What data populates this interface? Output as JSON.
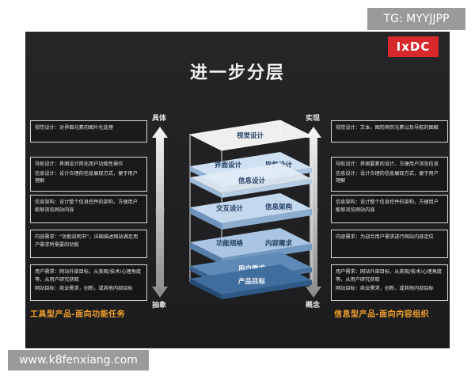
{
  "watermark": {
    "tg": "TG: MYYJJPP",
    "url": "www.k8fenxiang.com"
  },
  "logo": "IxDC",
  "title": "进一步分层",
  "left_axis": {
    "top": "具体",
    "bottom": "抽象",
    "mid": "过程"
  },
  "right_axis": {
    "top": "实现",
    "bottom": "概念",
    "mid": "过程"
  },
  "left_boxes": [
    {
      "lines": [
        "视觉设计：对界面元素的图片化处理"
      ]
    },
    {
      "lines": [
        "导航设计：界面设计简化用户功能性操作",
        "信息设计：设计合理的信息展现方式，便于用户理解"
      ]
    },
    {
      "lines": [
        "信息架构：设计整个信息控件的架构，方便用户能够浏览网站内容"
      ]
    },
    {
      "lines": [
        "内容需求：“功能说明书”，详细描述网站满足用户需求所需要的功能"
      ]
    },
    {
      "lines": [
        "用户需求：网站外部目标，从美观/技术/心理角度等，从用户研究获取",
        "网站目标：商业需求，创新，或其他内部目标"
      ]
    }
  ],
  "right_boxes": [
    {
      "lines": [
        "视觉设计：文本，图形网页元素以及导航的图解"
      ]
    },
    {
      "lines": [
        "导航设计：界面要素的设计，方便用户浏览信息",
        "信息设计：设计合理的信息展现方式，便于用户理解"
      ]
    },
    {
      "lines": [
        "信息架构：设计整个信息控件的架构，方便用户能够浏览网站内容"
      ]
    },
    {
      "lines": [
        "内容需求：为迎合用户需求进行网站内容定位"
      ]
    },
    {
      "lines": [
        "用户需求：网站外部目标，从美观/技术/心理角度等，从用户研究获取",
        "网站目标：商业需求，创新，或其他内部目标"
      ]
    }
  ],
  "layers": {
    "visual": "视觉设计",
    "interface": "界面设计",
    "navigation": "导航设计",
    "info_design": "信息设计",
    "interaction": "交互设计",
    "info_arch": "信息架构",
    "function_spec": "功能规格",
    "content_req": "内容需求",
    "user_needs": "用户需求",
    "product_goal": "产品目标"
  },
  "captions": {
    "left": "工具型产品-面向功能任务",
    "right": "信息型产品-面向内容组织"
  },
  "colors": {
    "accent": "#f3a12b",
    "logo": "#d7292c",
    "layer_dark": "#3e6d9c",
    "layer_light": "#d4e4f4"
  }
}
